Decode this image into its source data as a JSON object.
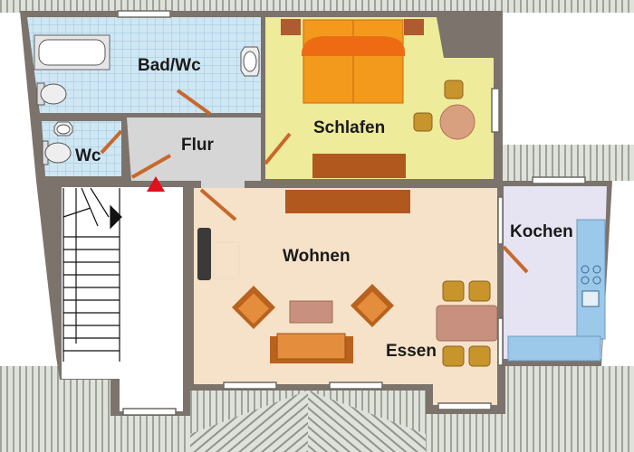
{
  "floor_plan": {
    "rooms": {
      "bath": "Bad/Wc",
      "wc": "Wc",
      "hall": "Flur",
      "bedroom": "Schlafen",
      "living": "Wohnen",
      "dining": "Essen",
      "kitchen": "Kochen"
    },
    "colors": {
      "wall": "#7b736c",
      "bath_tiles": "#cfe6f3",
      "hall": "#d6d6d6",
      "bedroom": "#eeeb9a",
      "living": "#f5e2c8",
      "kitchen": "#e6e4f2",
      "roof": "#c9cdc4",
      "door": "#c8682c",
      "entrance_marker": "#e0101c"
    }
  }
}
